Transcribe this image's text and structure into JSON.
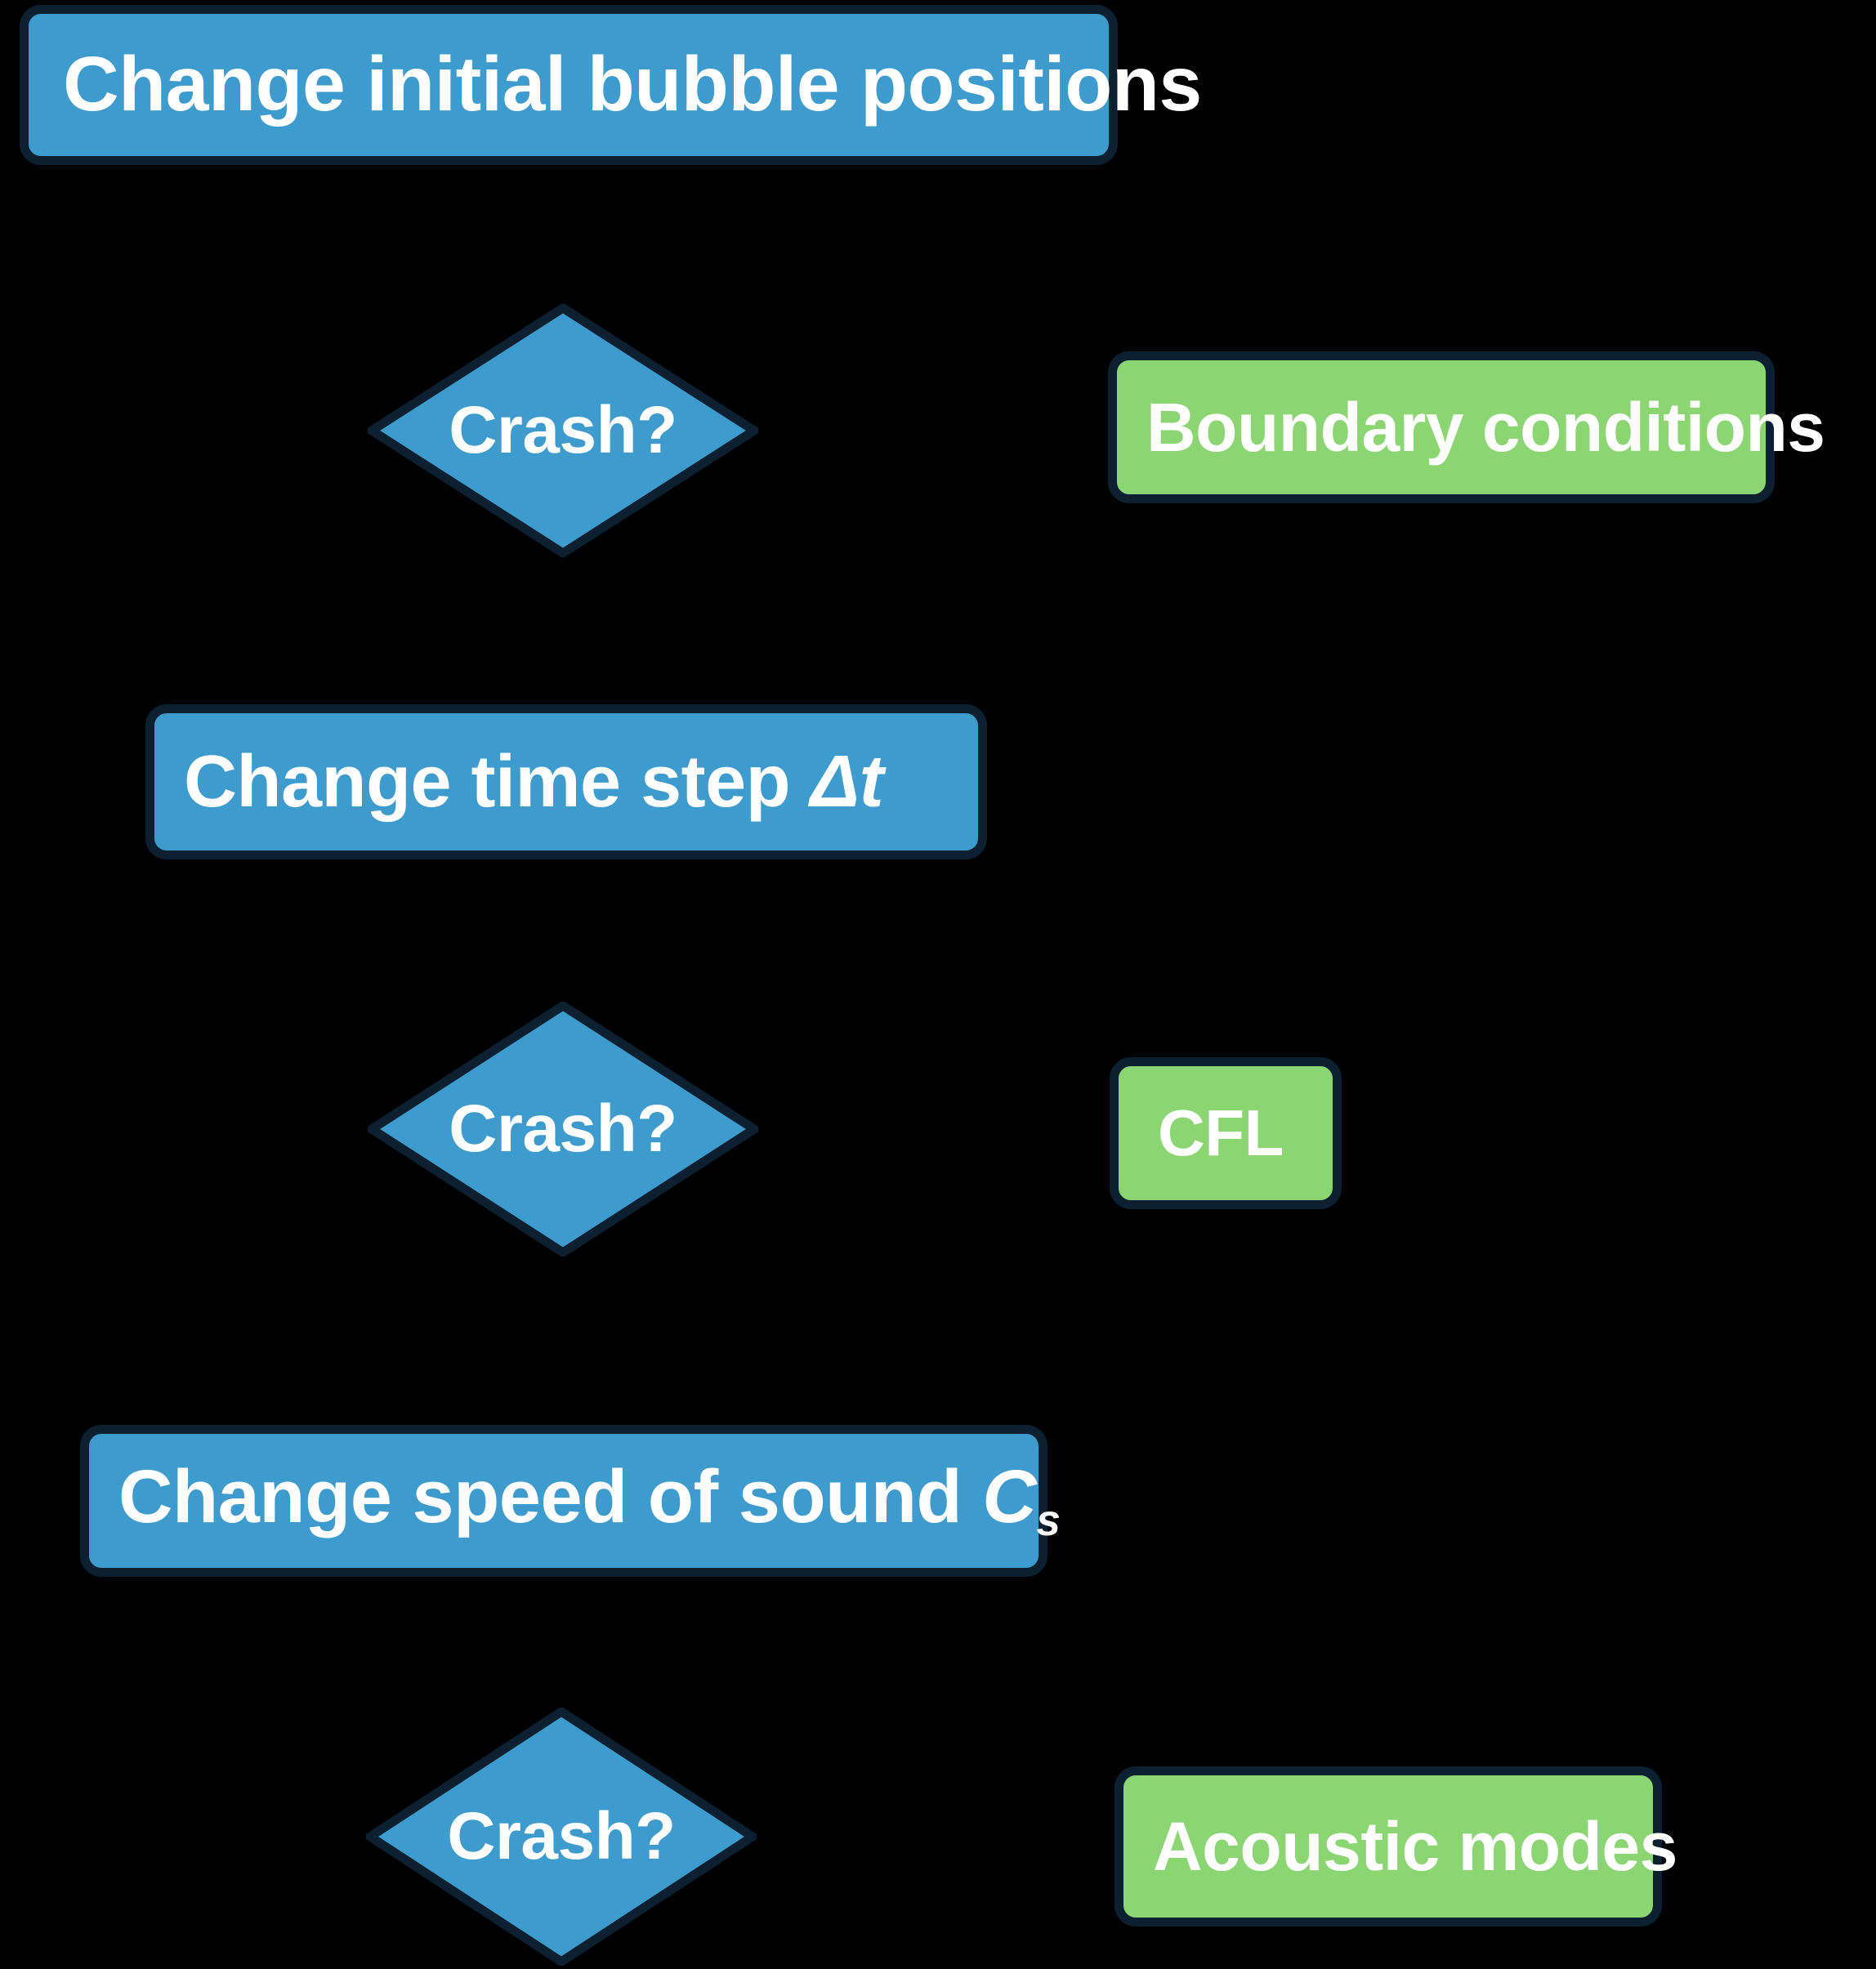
{
  "diagram": {
    "title": "Debugging decision flow",
    "background_color": "#000000",
    "palette": {
      "process_fill": "#3D9BCD",
      "decision_fill": "#3D9BCD",
      "cause_fill": "#8BD673",
      "stroke": "#0C2032",
      "text": "#FFFFFF"
    }
  },
  "nodes": {
    "initial_positions": {
      "label": "Change initial bubble positions",
      "shape": "rounded-rect",
      "color": "#3D9BCD"
    },
    "crash_1": {
      "label": "Crash?",
      "shape": "diamond",
      "color": "#3D9BCD"
    },
    "boundary_conditions": {
      "label": "Boundary conditions",
      "shape": "rounded-rect",
      "color": "#8BD673"
    },
    "time_step": {
      "label_prefix": "Change time step ",
      "label_symbol": "Δt",
      "label": "Change time step Δt",
      "shape": "rounded-rect",
      "color": "#3D9BCD"
    },
    "crash_2": {
      "label": "Crash?",
      "shape": "diamond",
      "color": "#3D9BCD"
    },
    "cfl": {
      "label": "CFL",
      "shape": "rounded-rect",
      "color": "#8BD673"
    },
    "speed_of_sound": {
      "label_prefix": "Change speed of sound ",
      "label_symbol": "C",
      "label_subscript": "s",
      "label": "Change speed of sound Cs",
      "shape": "rounded-rect",
      "color": "#3D9BCD"
    },
    "crash_3": {
      "label": "Crash?",
      "shape": "diamond",
      "color": "#3D9BCD"
    },
    "acoustic_modes": {
      "label": "Acoustic modes",
      "shape": "rounded-rect",
      "color": "#8BD673"
    }
  },
  "edges": [
    {
      "from": "initial_positions",
      "to": "crash_1",
      "label": ""
    },
    {
      "from": "crash_1",
      "to": "time_step",
      "label": ""
    },
    {
      "from": "time_step",
      "to": "crash_2",
      "label": ""
    },
    {
      "from": "crash_2",
      "to": "speed_of_sound",
      "label": ""
    },
    {
      "from": "speed_of_sound",
      "to": "crash_3",
      "label": ""
    }
  ]
}
